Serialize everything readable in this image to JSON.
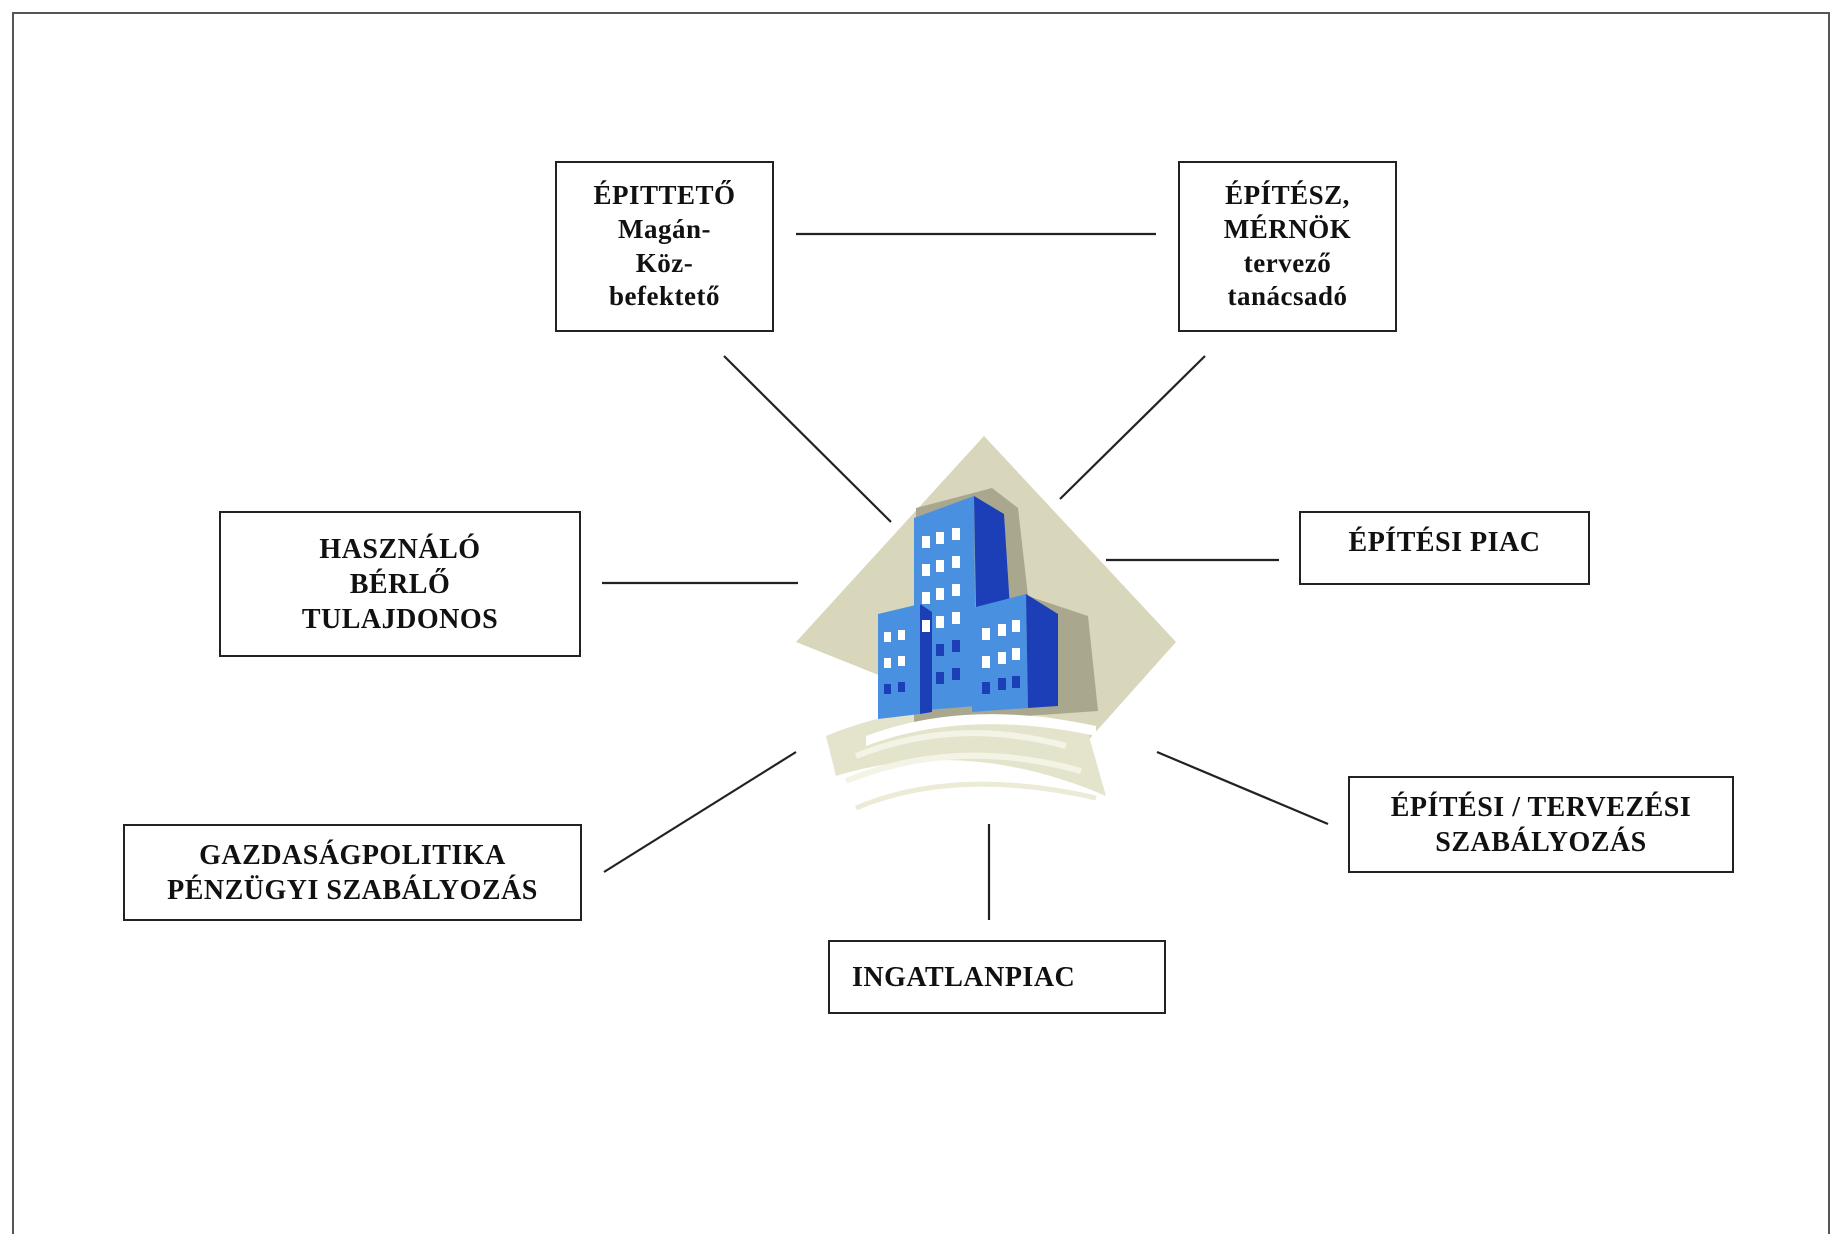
{
  "nodes": {
    "epittteto": {
      "lines": [
        "ÉPITTETŐ",
        "Magán-",
        "Köz-",
        "befektető"
      ]
    },
    "epitesz": {
      "lines": [
        "ÉPÍTÉSZ,",
        "MÉRNÖK",
        "tervező",
        "tanácsadó"
      ]
    },
    "hasznalo": {
      "lines": [
        "HASZNÁLÓ",
        "BÉRLŐ",
        "TULAJDONOS"
      ]
    },
    "epitesi_piac": {
      "lines": [
        "ÉPÍTÉSI PIAC"
      ]
    },
    "gazdasagpolitika": {
      "lines": [
        "GAZDASÁGPOLITIKA",
        "PÉNZÜGYI SZABÁLYOZÁS"
      ]
    },
    "szabalyozas": {
      "lines": [
        "ÉPÍTÉSI / TERVEZÉSI",
        "SZABÁLYOZÁS"
      ]
    },
    "ingatlanpiac": {
      "lines": [
        "INGATLANPIAC"
      ]
    }
  },
  "center_icon": {
    "name": "office-building-icon",
    "colors": {
      "diamond": "#d8d6bb",
      "building_light": "#4a90e0",
      "building_dark": "#1c3fb8",
      "window": "#ffffff",
      "arc": "#e4e4cc"
    }
  }
}
